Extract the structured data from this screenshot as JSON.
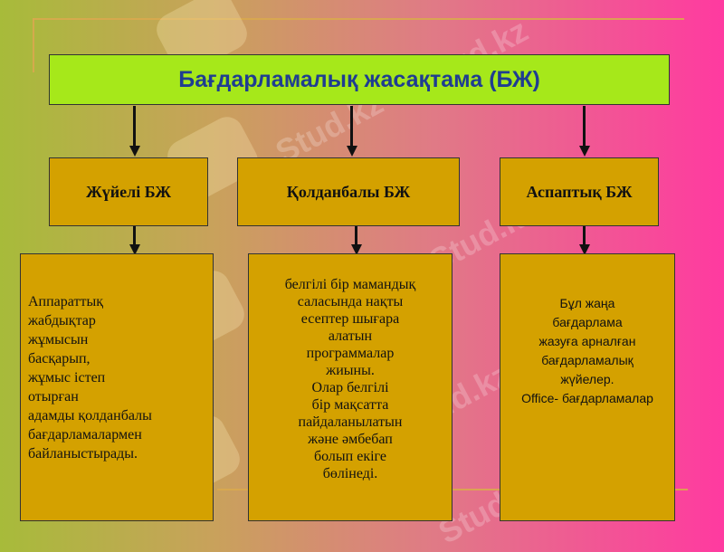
{
  "title": "Бағдарламалық жасақтама (БЖ)",
  "categories": [
    {
      "label": "Жүйелі БЖ"
    },
    {
      "label": "Қолданбалы БЖ"
    },
    {
      "label": "Аспаптық БЖ"
    }
  ],
  "descriptions": {
    "left": [
      "Аппараттық",
      "жабдықтар",
      "жұмысын",
      "басқарып,",
      "жұмыс істеп",
      "отырған",
      "адамды қолданбалы",
      "бағдарламалармен",
      "байланыстырады."
    ],
    "middle": [
      "белгілі бір мамандық",
      "саласында нақты",
      "есептер шығара",
      "алатын",
      "программалар",
      "жиыны.",
      "Олар белгілі",
      "бір мақсатта",
      "пайдаланылатын",
      "және әмбебап",
      "болып екіге",
      "бөлінеді."
    ],
    "right": [
      "Бұл жаңа",
      "бағдарлама",
      "жазуға арналған",
      "бағдарламалық",
      "жүйелер.",
      "Office- бағдарламалар"
    ]
  },
  "watermark": "Stud.kz"
}
